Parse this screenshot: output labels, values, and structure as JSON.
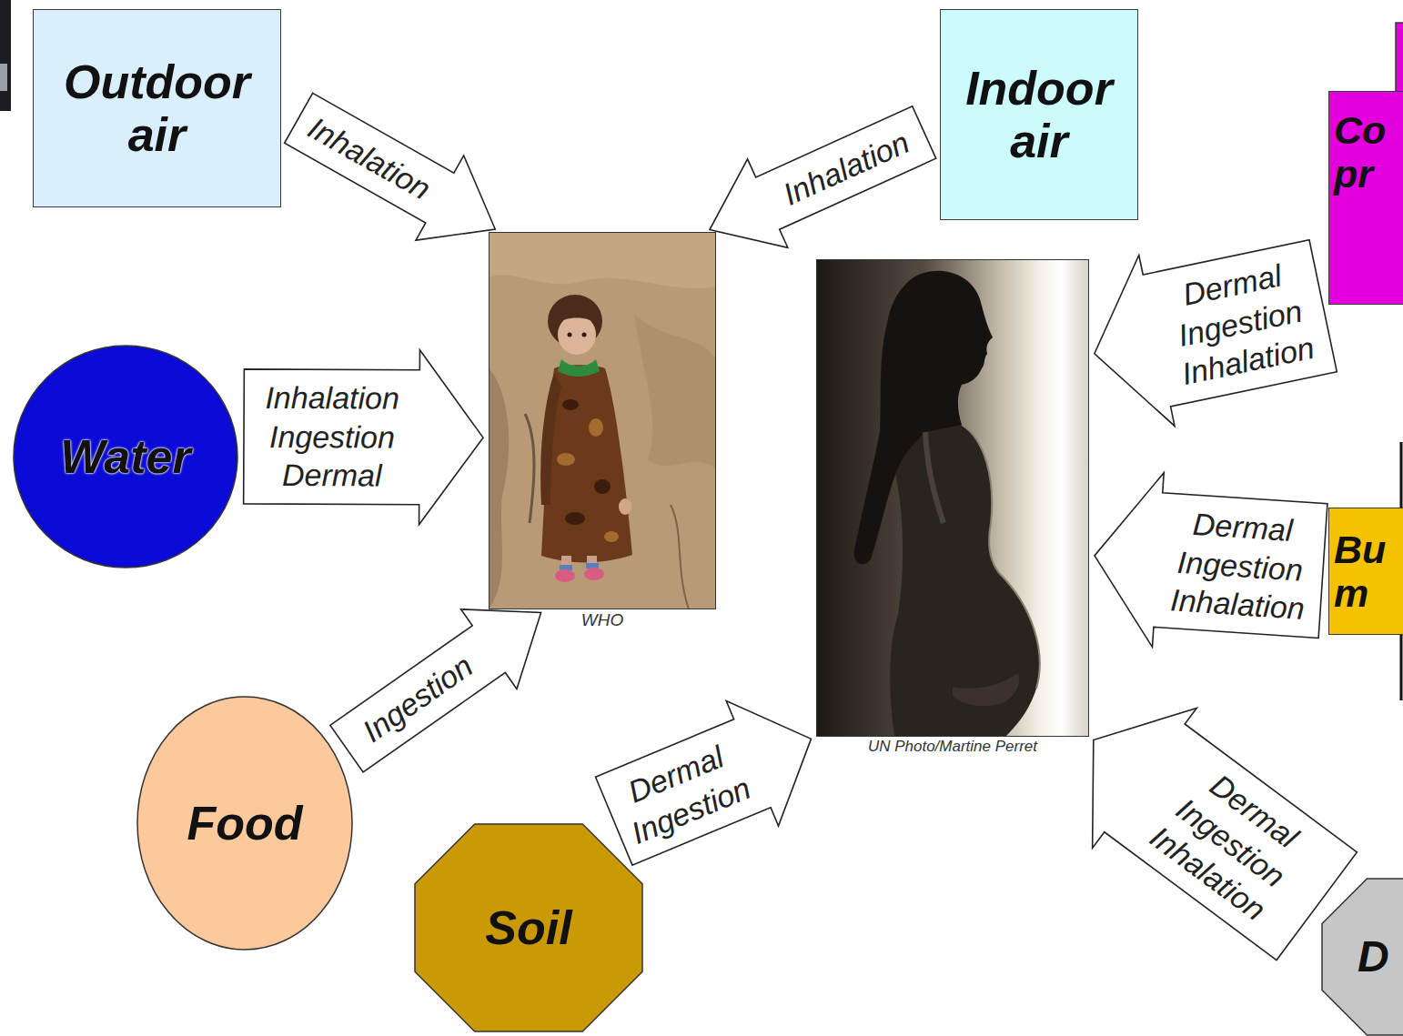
{
  "diagram": {
    "nodes": [
      {
        "text": [
          "Outdoor air"
        ]
      },
      {
        "text": [
          "Indoor air"
        ]
      },
      {
        "text": [
          "Co pr"
        ]
      },
      {
        "text": [
          "Water"
        ]
      },
      {
        "text": [
          "WHO"
        ]
      },
      {
        "text": [
          "UN Photo/Martine Perret"
        ]
      },
      {
        "text": [
          "Bu m"
        ]
      },
      {
        "text": [
          "Food"
        ]
      },
      {
        "text": [
          "Soil"
        ]
      },
      {
        "text": [
          "D"
        ]
      }
    ],
    "edges": [
      {
        "from": 0,
        "to": 4,
        "label": "Inhalation",
        "arrow": "to"
      },
      {
        "from": 1,
        "to": 4,
        "label": "Inhalation",
        "arrow": "to"
      },
      {
        "from": 3,
        "to": 4,
        "label": "Inhalation Ingestion Dermal",
        "arrow": "to"
      },
      {
        "from": 7,
        "to": 4,
        "label": "Ingestion",
        "arrow": "to"
      },
      {
        "from": 8,
        "to": 5,
        "label": "Dermal Ingestion",
        "arrow": "to"
      },
      {
        "from": 2,
        "to": 5,
        "label": "Dermal Ingestion Inhalation",
        "arrow": "to"
      },
      {
        "from": 6,
        "to": 5,
        "label": "Dermal Ingestion Inhalation",
        "arrow": "to"
      },
      {
        "from": 9,
        "to": 5,
        "label": "Dermal Ingestion Inhalation",
        "arrow": "to"
      }
    ]
  }
}
